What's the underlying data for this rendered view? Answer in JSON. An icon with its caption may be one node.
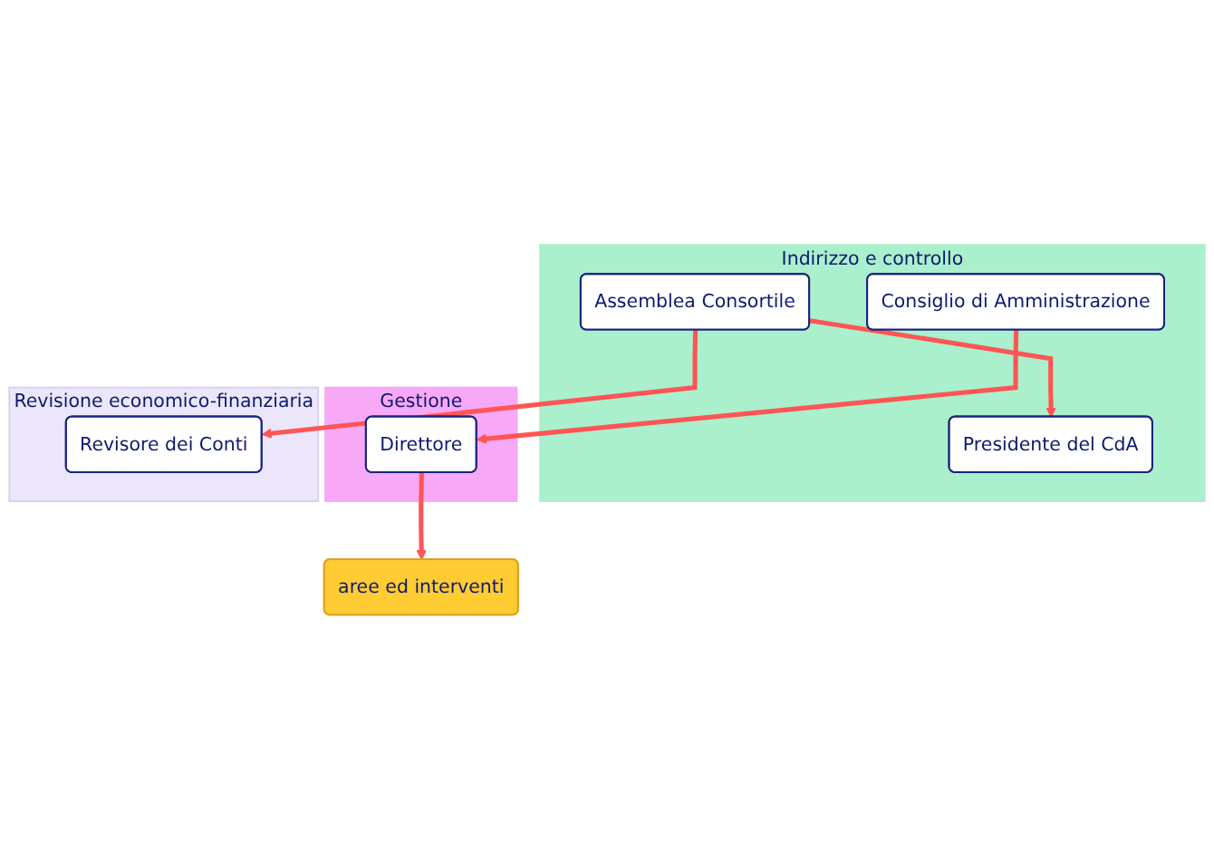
{
  "diagram": {
    "nodes": [
      {
        "text": [
          "Indirizzo e controllo"
        ]
      },
      {
        "text": [
          "Assemblea Consortile"
        ],
        "in": 0
      },
      {
        "text": [
          "Presidente del CdA"
        ],
        "in": 0
      },
      {
        "text": [
          "Consiglio di Amministrazione"
        ],
        "in": 0
      },
      {
        "text": [
          "Gestione"
        ]
      },
      {
        "text": [
          "Direttore"
        ],
        "in": 4
      },
      {
        "text": [
          "Revisione economico-finanziaria"
        ]
      },
      {
        "text": [
          "Revisore dei Conti"
        ],
        "in": 6
      },
      {
        "text": [
          "aree ed interventi"
        ]
      }
    ],
    "edges": [
      {
        "from": 1,
        "to": 2,
        "arrow": "to"
      },
      {
        "from": 3,
        "to": 5,
        "arrow": "to"
      },
      {
        "from": 5,
        "to": 8,
        "arrow": "to"
      },
      {
        "from": 1,
        "to": 7,
        "arrow": "to"
      }
    ]
  }
}
